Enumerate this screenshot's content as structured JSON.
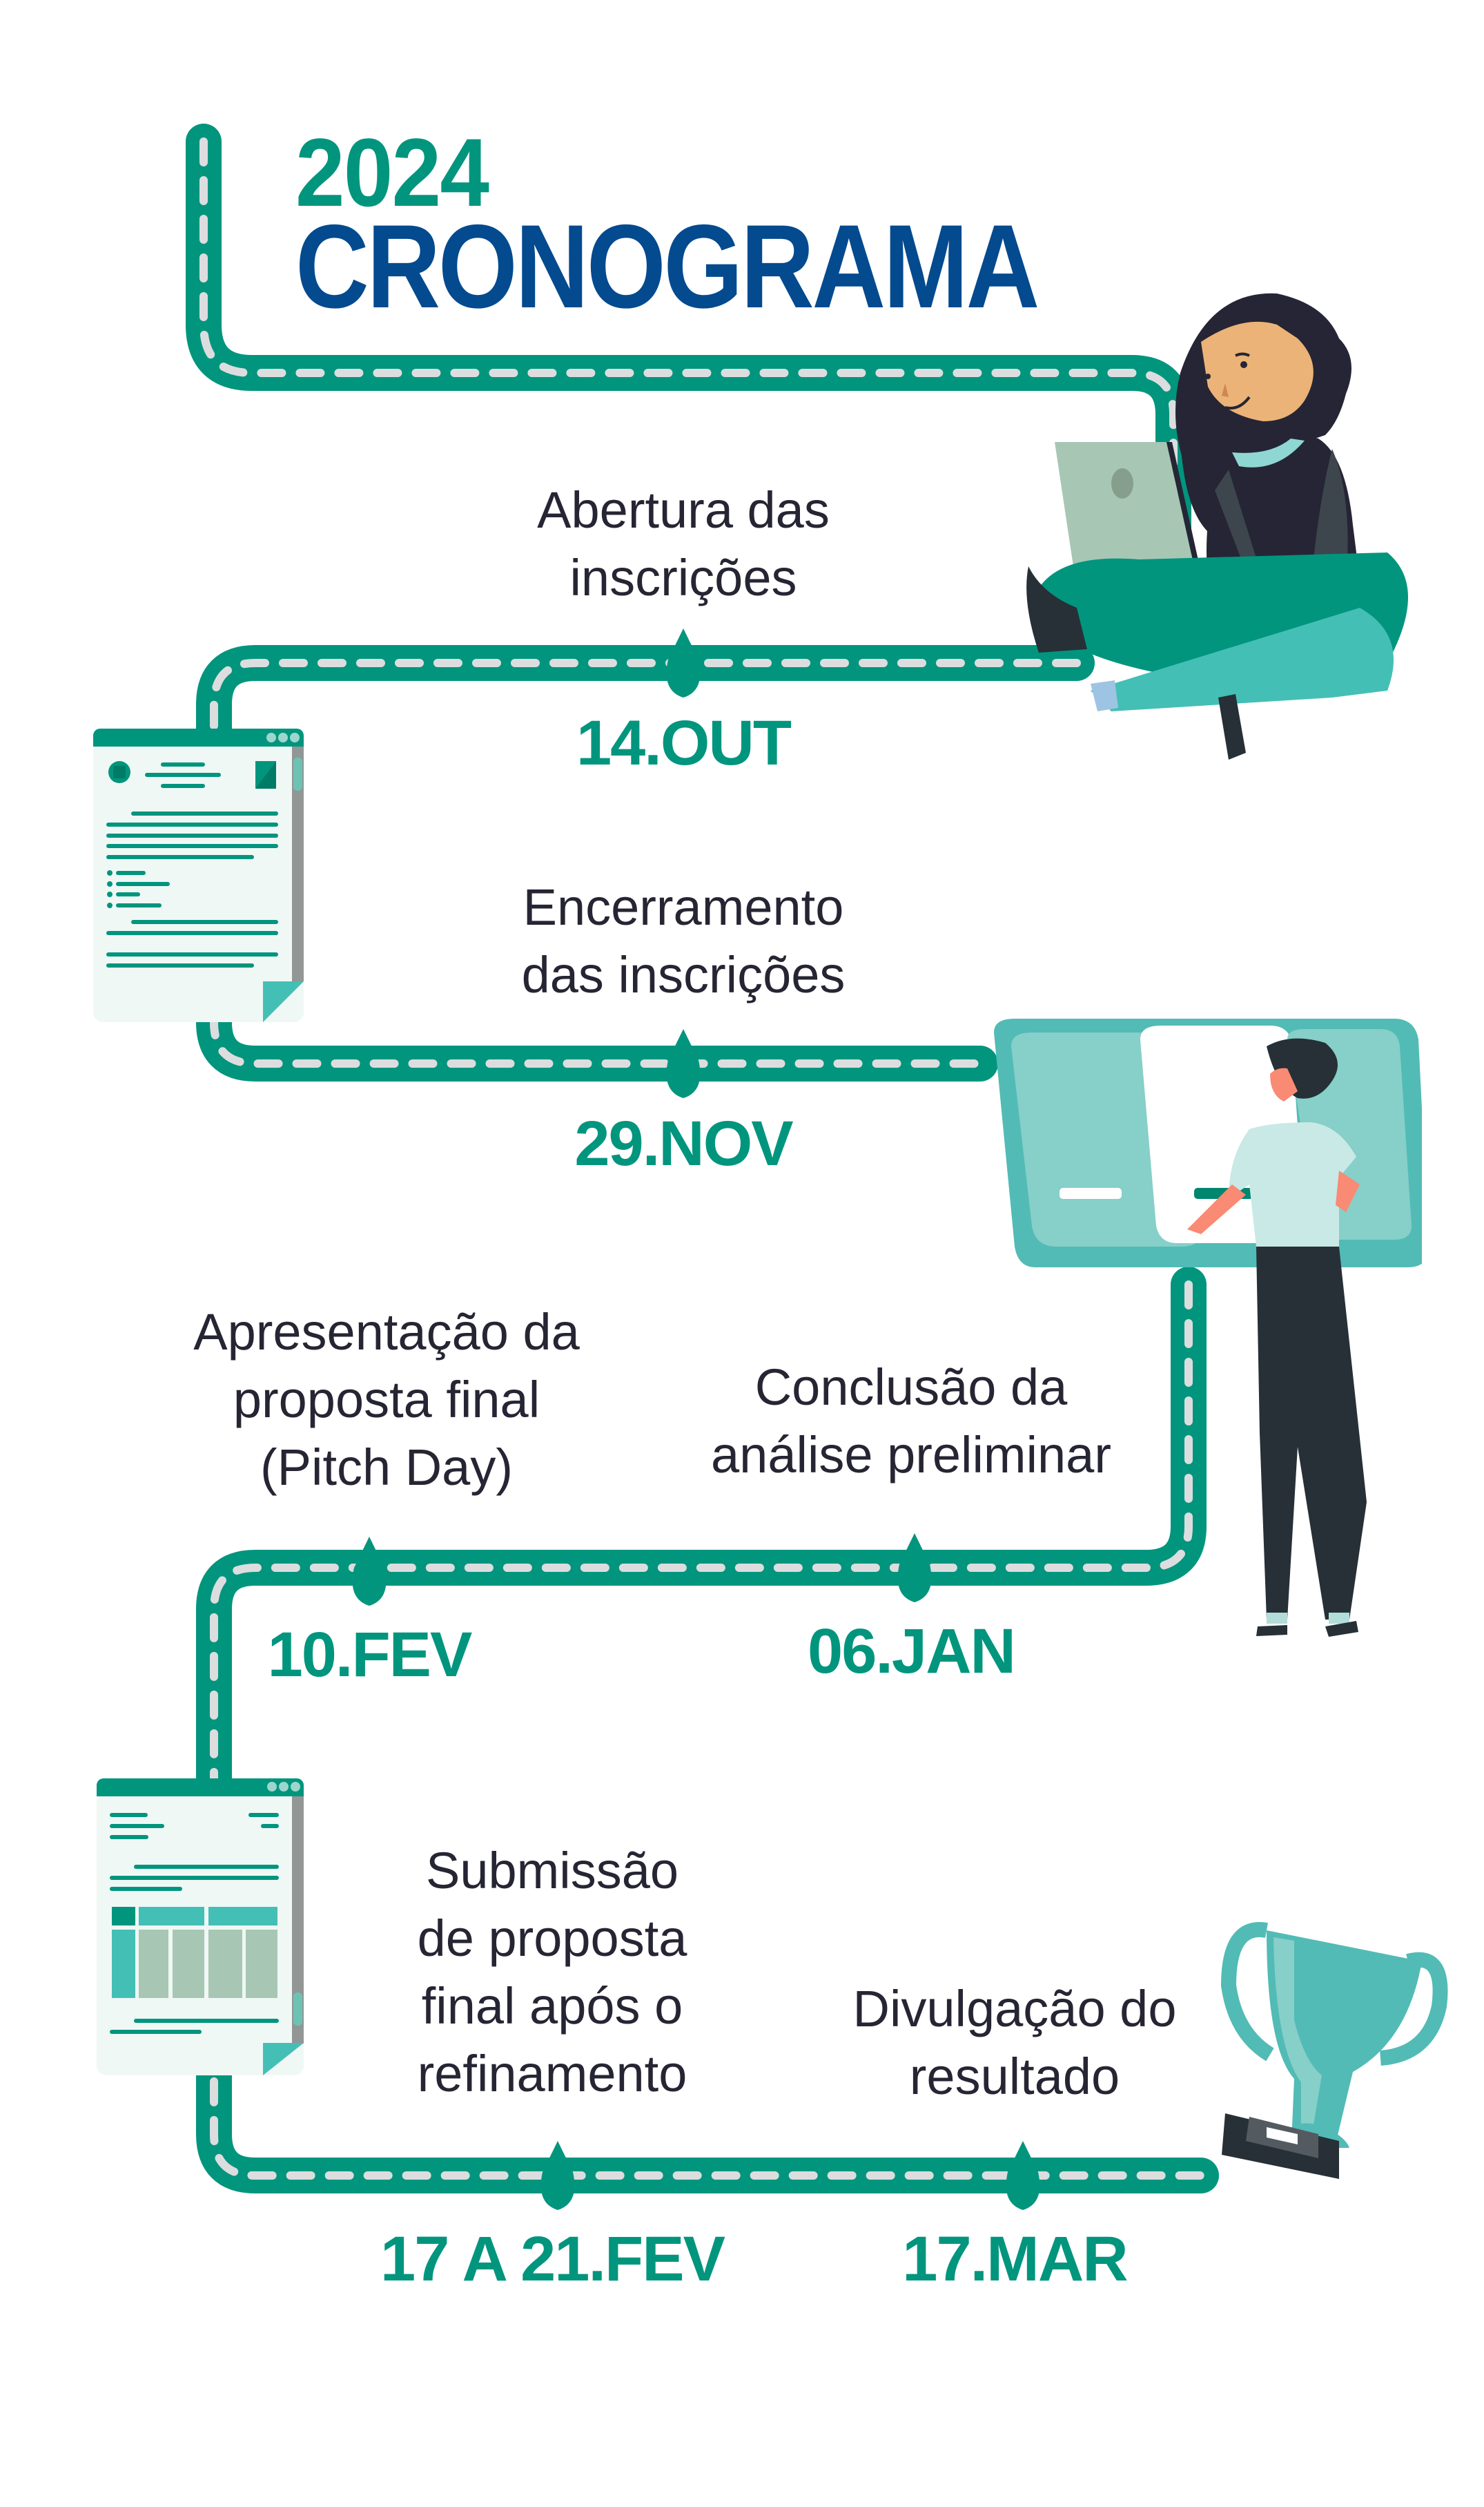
{
  "header": {
    "year": "2024",
    "title": "CRONOGRAMA"
  },
  "colors": {
    "road": "#02957e",
    "road_dash": "#dcdddf",
    "title_year": "#02957e",
    "title_main": "#034a8f",
    "event_text": "#262533",
    "date_text": "#02957e",
    "accent_light": "#52bbb5"
  },
  "timeline": [
    {
      "event": "Abertura das\ninscrições",
      "date": "14.OUT"
    },
    {
      "event": "Encerramento\ndas inscrições",
      "date": "29.NOV"
    },
    {
      "event": "Conclusão da\nanálise preliminar",
      "date": "06.JAN"
    },
    {
      "event": "Apresentação da\nproposta final\n(Pitch Day)",
      "date": "10.FEV"
    },
    {
      "event": "Submissão\nde proposta\nfinal após o\nrefinamento",
      "date": "17 A 21.FEV"
    },
    {
      "event": "Divulgação do\nresultado",
      "date": "17.MAR"
    }
  ],
  "illustrations": [
    {
      "name": "woman-with-laptop"
    },
    {
      "name": "document-page"
    },
    {
      "name": "man-at-board"
    },
    {
      "name": "document-with-table"
    },
    {
      "name": "trophy"
    }
  ]
}
